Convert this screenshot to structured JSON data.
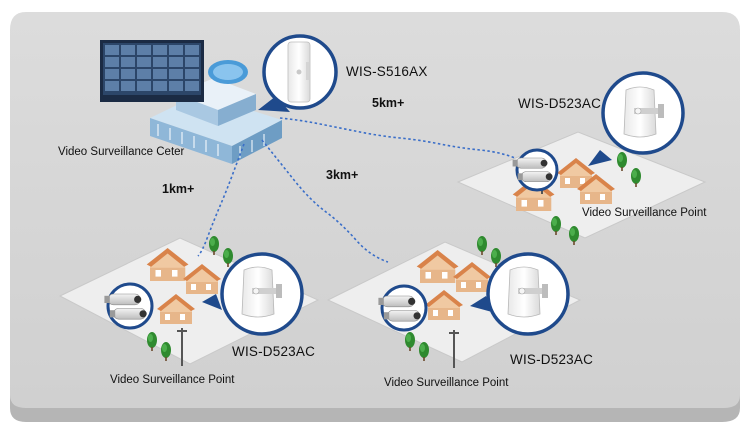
{
  "labels": {
    "center_model": "WIS-S516AX",
    "center_caption": "Video Surveillance Ceter",
    "top_right_model": "WIS-D523AC",
    "top_right_caption": "Video Surveillance Point",
    "bottom_left_model": "WIS-D523AC",
    "bottom_left_caption": "Video Surveillance Point",
    "bottom_mid_model": "WIS-D523AC",
    "bottom_mid_caption": "Video Surveillance Point",
    "dist_right": "5km+",
    "dist_left": "1km+",
    "dist_mid": "3km+"
  },
  "colors": {
    "board_top": "#d6d6d6",
    "board_side": "#b9b9b9",
    "ground": "#ececec",
    "circle_ring": "#1f4a8c",
    "link": "#3a6ec8",
    "roof": "#d9834a",
    "tree": "#2e8b2e"
  },
  "icons": [
    "ap-device-icon",
    "camera-icon",
    "house-icon",
    "tree-icon",
    "building-icon",
    "wireless-link-icon"
  ]
}
